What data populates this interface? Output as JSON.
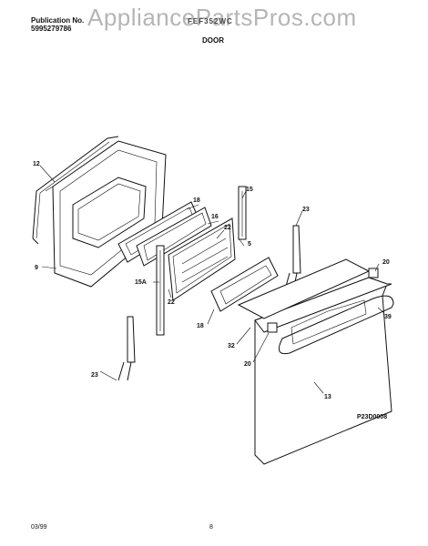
{
  "header": {
    "publication_label": "Publication No.",
    "publication_number": "5995279786",
    "model": "FEF352WC",
    "section": "DOOR"
  },
  "watermark": "AppliancePartsPros.com",
  "callouts": [
    "12",
    "18",
    "16",
    "15",
    "23",
    "9",
    "22",
    "5",
    "20",
    "15A",
    "22",
    "18",
    "39",
    "32",
    "20",
    "23",
    "13"
  ],
  "diagram_id": "P23D0008",
  "footer": {
    "date": "03/99",
    "page": "8"
  }
}
